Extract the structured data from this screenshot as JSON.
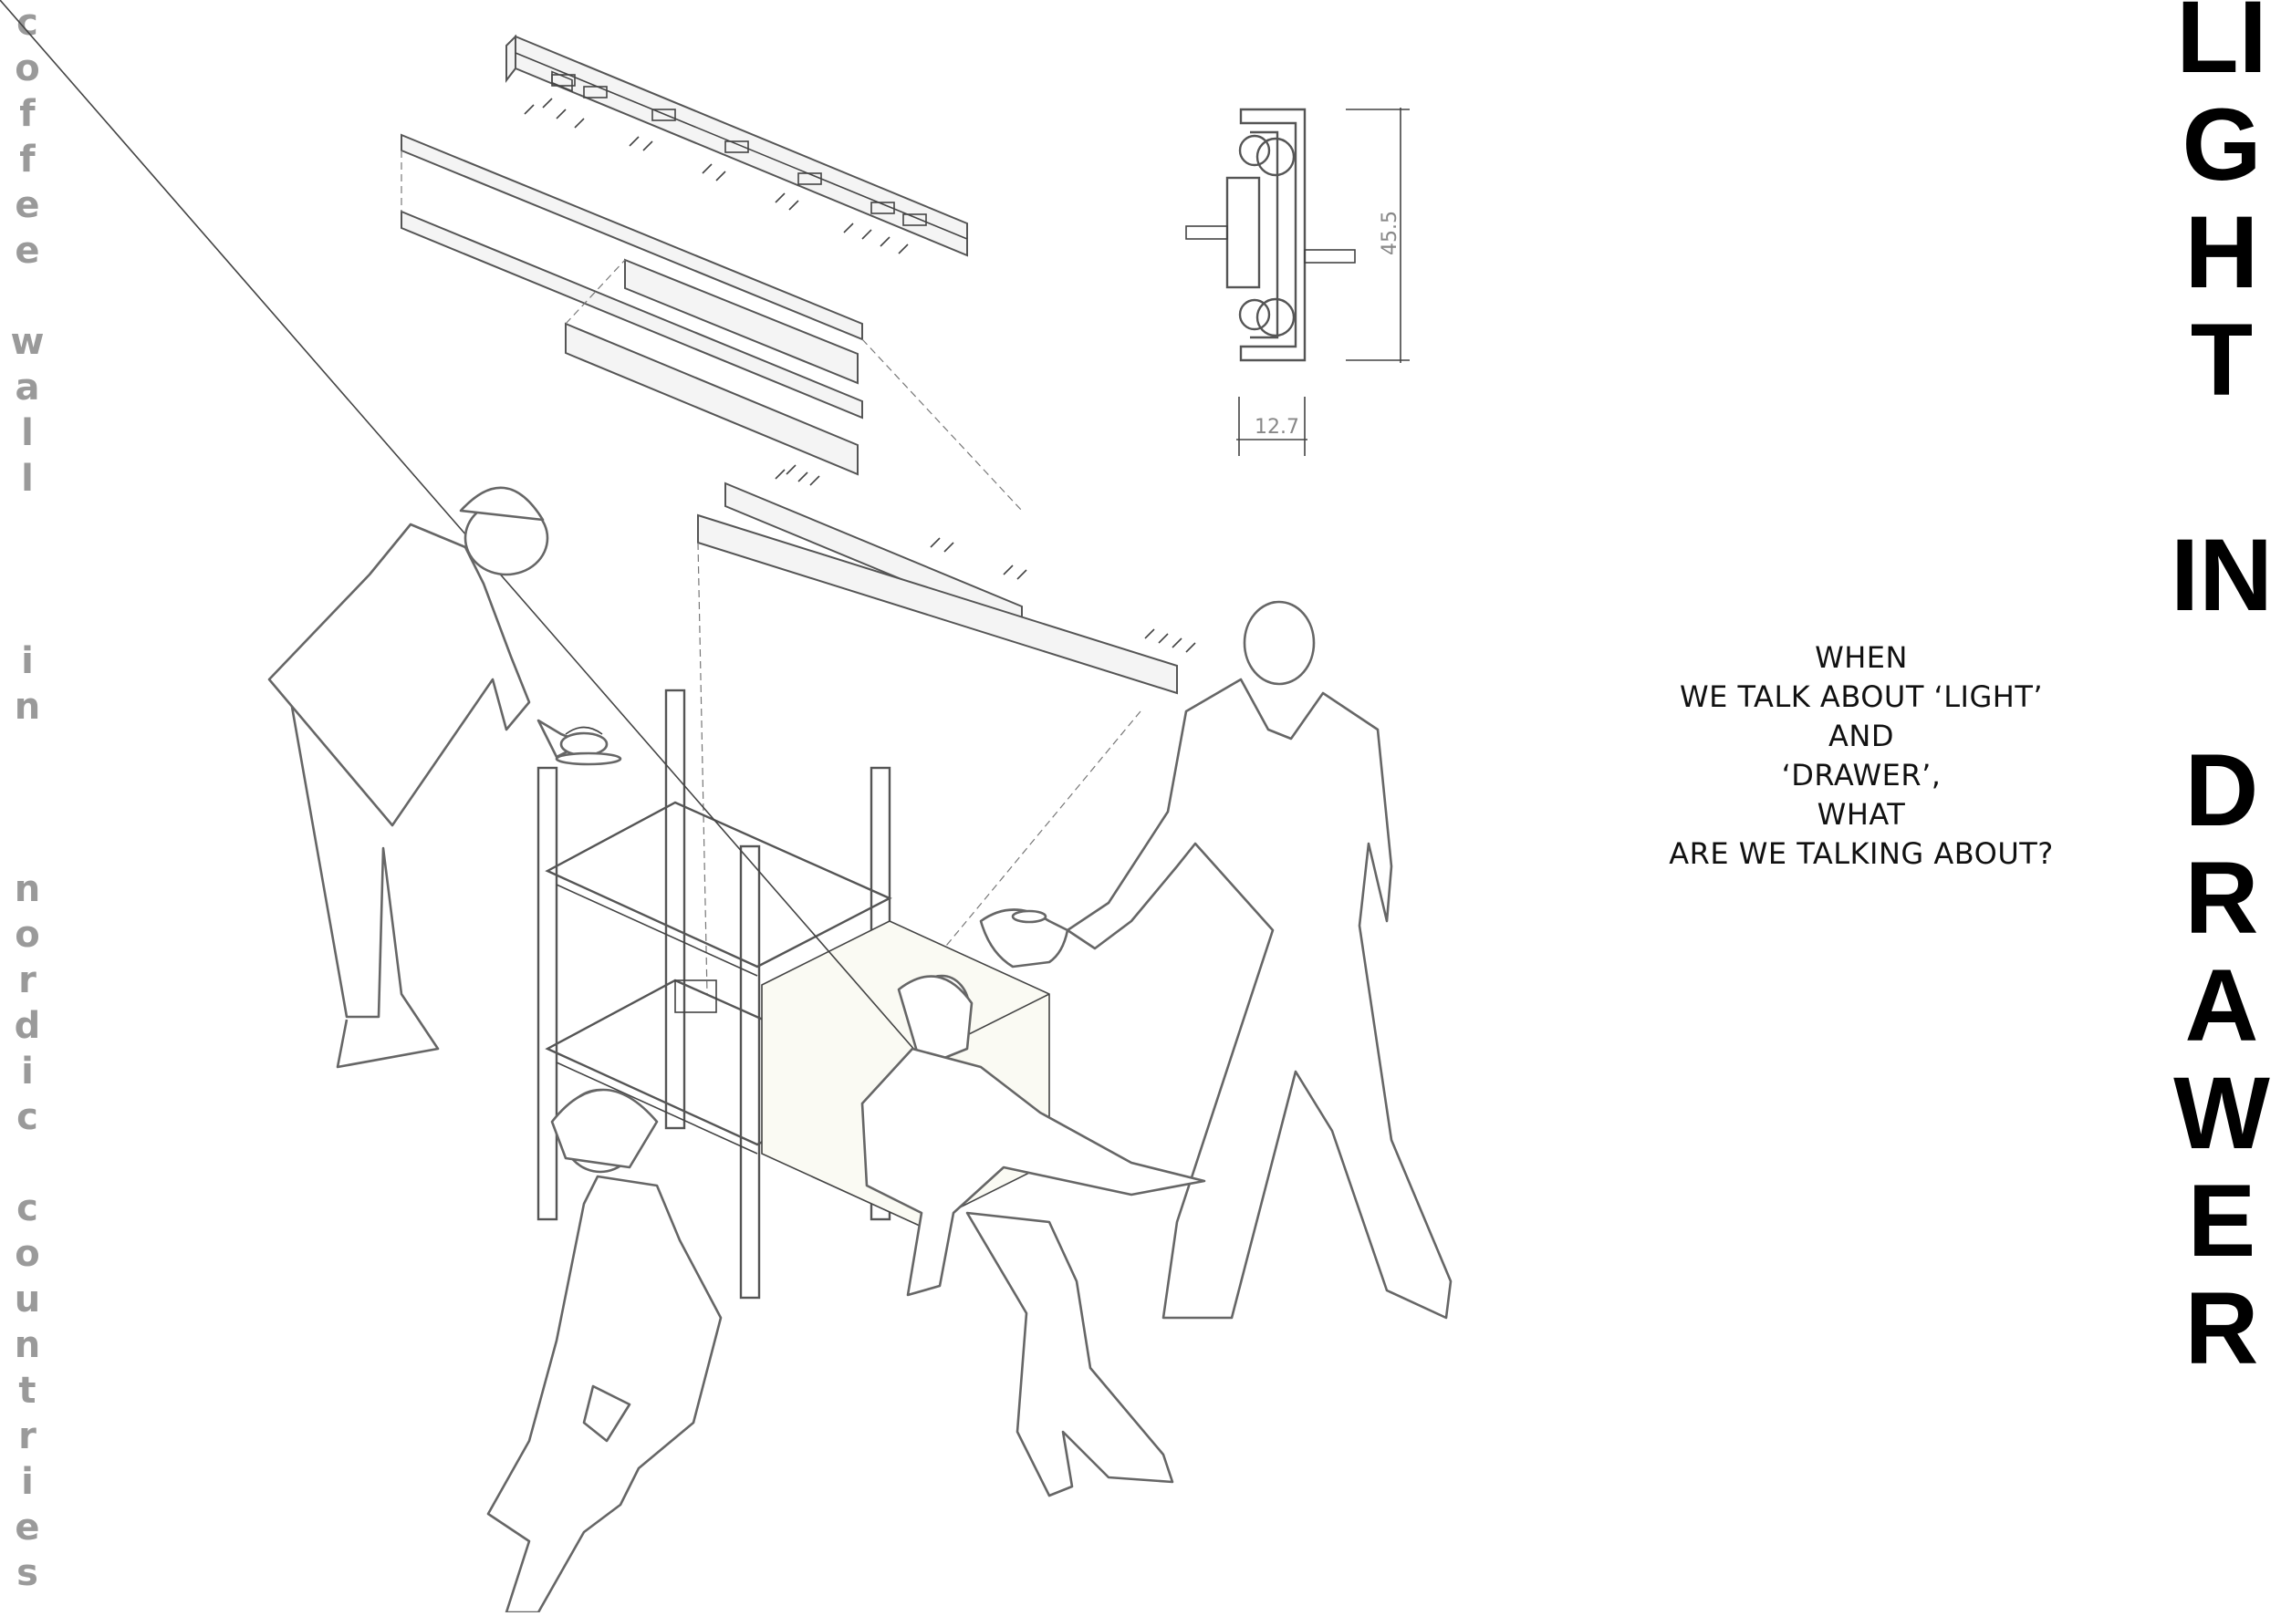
{
  "left_vertical_words": [
    "coffee",
    "wall",
    "in",
    "nordic",
    "countries"
  ],
  "right_vertical_words": [
    "LIGHT",
    "IN",
    "DRAWER"
  ],
  "question_lines": [
    "WHEN",
    "WE TALK ABOUT ‘LIGHT’",
    "AND",
    "‘DRAWER’,",
    "WHAT",
    "ARE WE TALKING ABOUT?"
  ],
  "dimensions": {
    "height_label": "45.5",
    "width_label": "12.7"
  },
  "colors": {
    "left_text": "#9a9a9a",
    "title_text": "#000000",
    "line_work": "#555555"
  }
}
